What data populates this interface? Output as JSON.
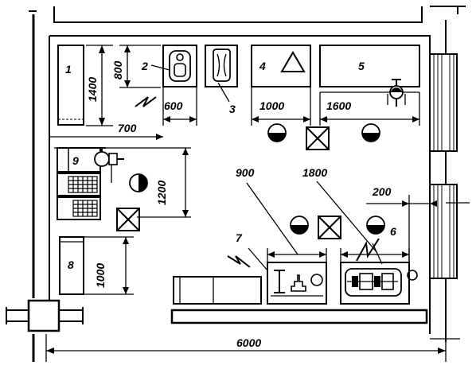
{
  "equipment_labels": {
    "eq1": "1",
    "eq2": "2",
    "eq3": "3",
    "eq4": "4",
    "eq5": "5",
    "eq6": "6",
    "eq7": "7",
    "eq8": "8",
    "eq9": "9"
  },
  "dimensions": {
    "d1400": "1400",
    "d800": "800",
    "d600": "600",
    "d1000_top": "1000",
    "d1600": "1600",
    "d700": "700",
    "d1200": "1200",
    "d900": "900",
    "d1800": "1800",
    "d200": "200",
    "d1000_left": "1000",
    "d6000": "6000"
  }
}
